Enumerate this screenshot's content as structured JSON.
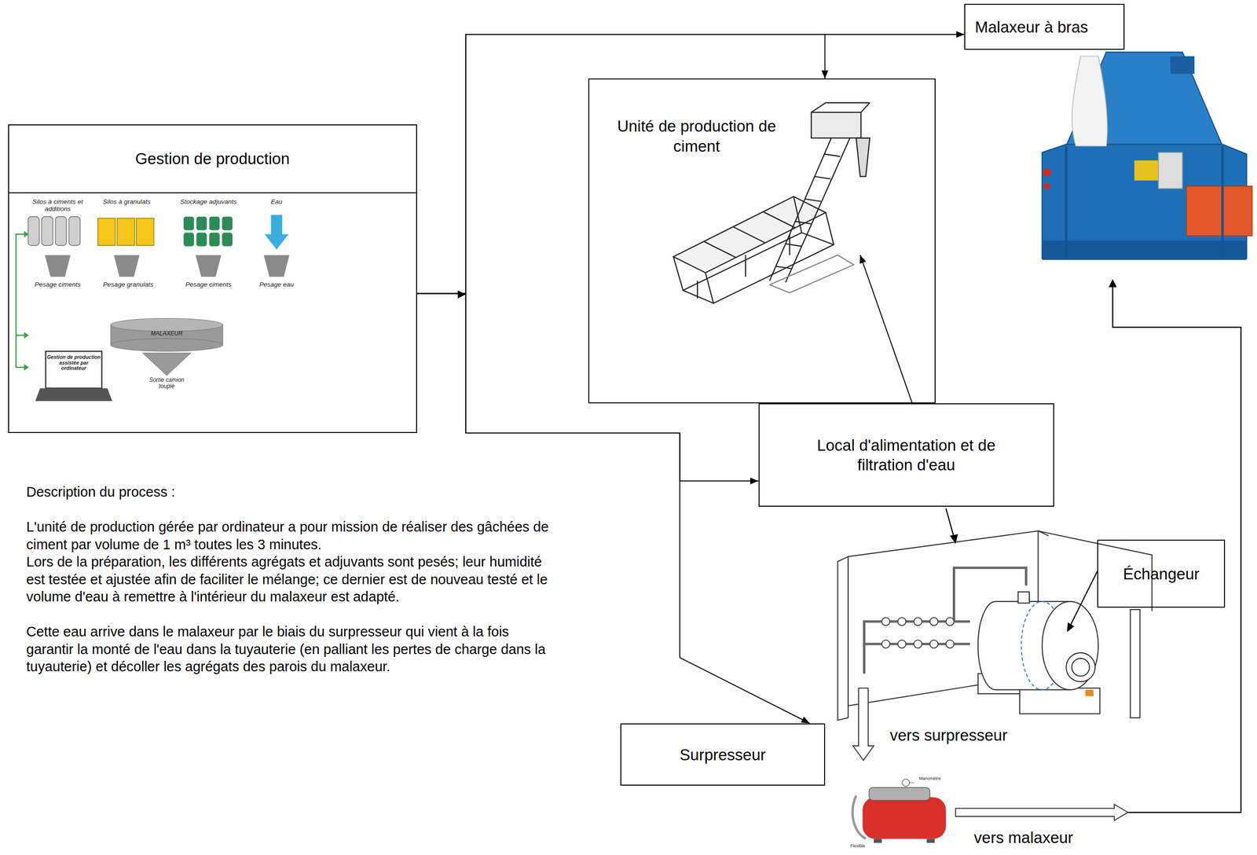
{
  "diagram": {
    "nodes": [
      {
        "text": [
          "Gestion de production"
        ]
      },
      {
        "text": [
          "Malaxeur à bras"
        ]
      },
      {
        "text": [
          "Unité de production de ciment"
        ]
      },
      {
        "text": [
          "Local d'alimentation et de filtration d'eau"
        ]
      },
      {
        "text": [
          "Échangeur"
        ]
      },
      {
        "text": [
          "Surpresseur"
        ]
      }
    ],
    "edges": [
      {
        "from": 0,
        "to": 1,
        "arrow": "to"
      },
      {
        "from": 0,
        "to": 2,
        "arrow": "to"
      },
      {
        "from": 0,
        "to": 3,
        "arrow": "to"
      },
      {
        "from": 0,
        "to": 5,
        "arrow": "to"
      },
      {
        "from": 3,
        "to": 2,
        "arrow": "to"
      }
    ],
    "labels": [
      "Silos à ciments et additions",
      "Silos à granulats",
      "Stockage adjuvants",
      "Eau",
      "Pesage ciments",
      "Pesage granulats",
      "Pesage ciments",
      "Pesage eau",
      "MALAXEUR",
      "Gestion de production assistée par ordinateur",
      "Sortie camion toupie",
      "Description du process :",
      "L'unité de production gérée par ordinateur a pour mission de réaliser des gâchées de ciment par volume de 1 m³ toutes les 3 minutes.",
      "Lors de la préparation, les différents agrégats et adjuvants sont pesés; leur humidité est testée et ajustée afin de faciliter le mélange; ce dernier est de nouveau testé et le volume d'eau à remettre à l'intérieur du malaxeur est adapté.",
      "Cette eau arrive dans le malaxeur par le biais du surpresseur qui vient à la fois garantir la monté de l'eau dans la tuyauterie (en palliant les pertes de charge dans la tuyauterie) et décoller les agrégats des parois du malaxeur.",
      "Manomètre",
      "Flexible",
      "vers surpresseur",
      "vers malaxeur"
    ]
  }
}
